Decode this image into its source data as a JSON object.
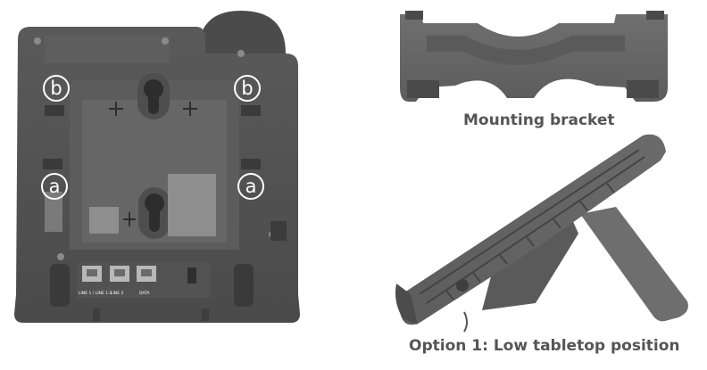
{
  "captions": {
    "bracket": "Mounting bracket",
    "option": "Option 1: Low tabletop position"
  },
  "markers": {
    "b": "b",
    "a": "a"
  },
  "ports": {
    "line12": "LINE 1 / LINE 1-2",
    "line2": "LINE 2",
    "data": "DATA"
  },
  "colors": {
    "body_dark": "#4a4a4a",
    "body_mid": "#666666",
    "body_light": "#8c8c8c",
    "caption": "#555555"
  },
  "icons": [
    "handset-cradle",
    "keyhole-slot",
    "phone-jack",
    "bracket-tab"
  ]
}
